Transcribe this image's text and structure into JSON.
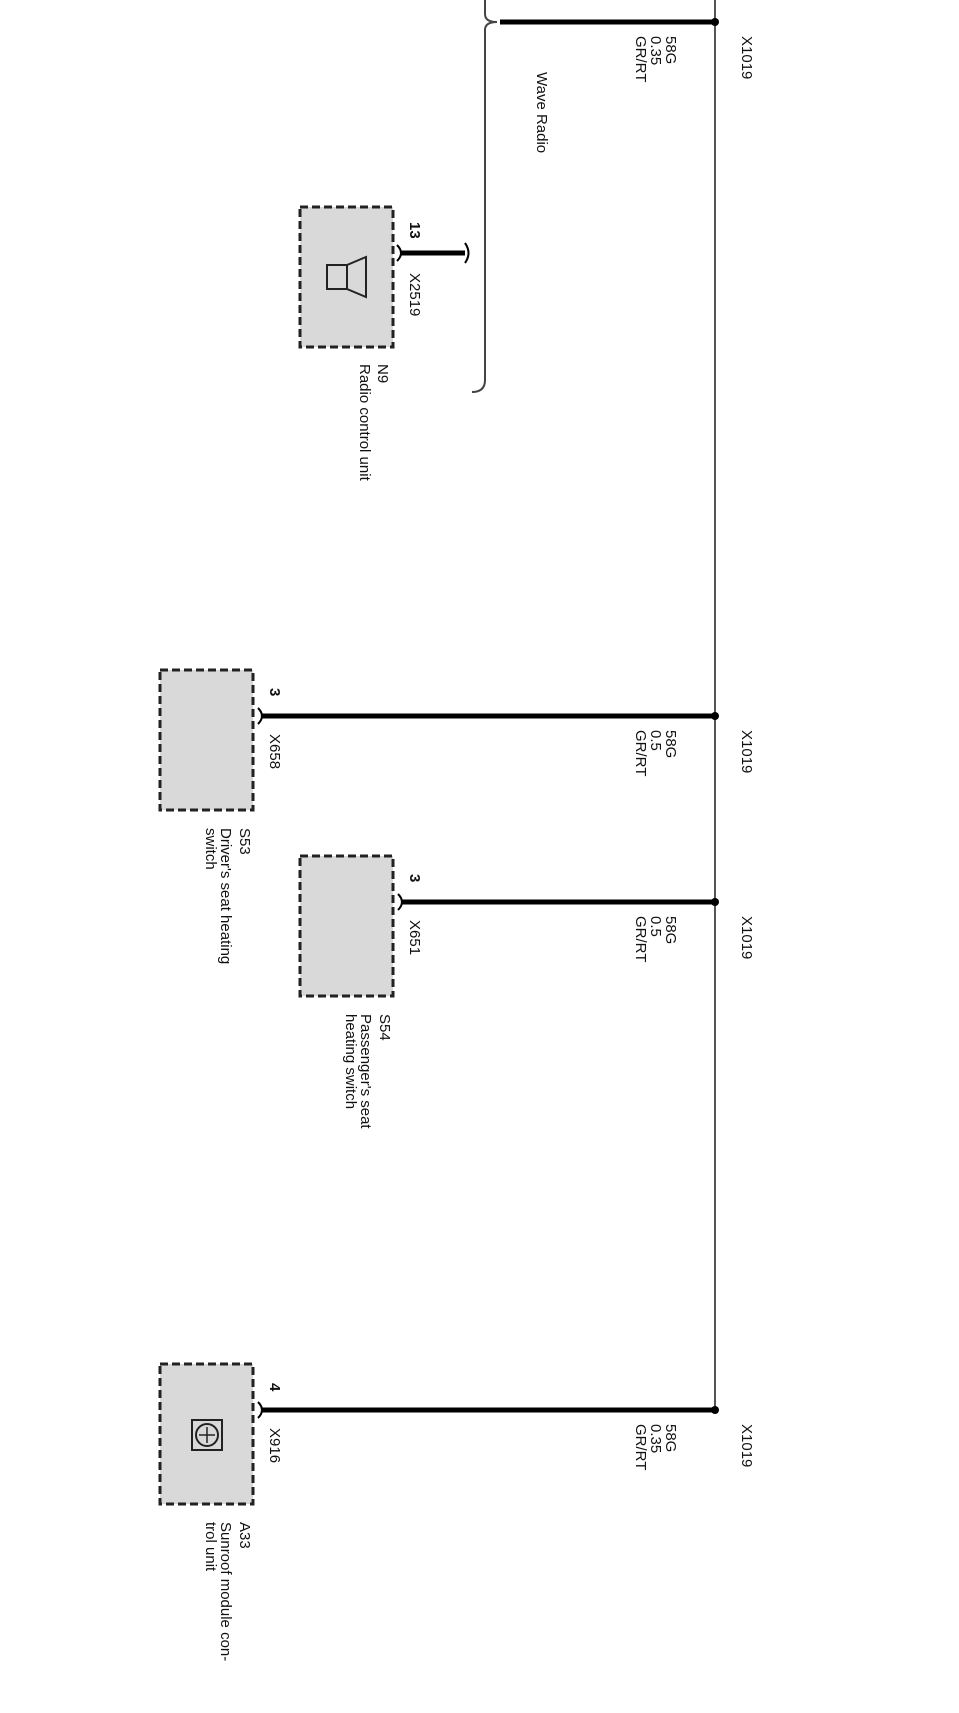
{
  "colors": {
    "wire": "#000000",
    "box_fill": "#d9d9d9",
    "box_border": "#222222",
    "bus": "#555555"
  },
  "bus_label": "Wave Radio",
  "wires": [
    {
      "id": "top",
      "connector": "X1019",
      "signal": "58G",
      "gauge": "0.35",
      "color_code": "GR/RT"
    },
    {
      "id": "s53",
      "connector": "X1019",
      "signal": "58G",
      "gauge": "0.5",
      "color_code": "GR/RT"
    },
    {
      "id": "s54",
      "connector": "X1019",
      "signal": "58G",
      "gauge": "0.5",
      "color_code": "GR/RT"
    },
    {
      "id": "a33",
      "connector": "X1019",
      "signal": "58G",
      "gauge": "0.35",
      "color_code": "GR/RT"
    }
  ],
  "components": [
    {
      "id": "n9",
      "code": "N9",
      "name": "Radio control unit",
      "pin": "13",
      "connector": "X2519",
      "icon": "speaker-icon"
    },
    {
      "id": "s53",
      "code": "S53",
      "name": "Driver's seat heating\nswitch",
      "pin": "3",
      "connector": "X658",
      "icon": ""
    },
    {
      "id": "s54",
      "code": "S54",
      "name": "Passenger's seat\nheating switch",
      "pin": "3",
      "connector": "X651",
      "icon": ""
    },
    {
      "id": "a33",
      "code": "A33",
      "name": "Sunroof module con-\ntrol unit",
      "pin": "4",
      "connector": "X916",
      "icon": "motor-icon"
    }
  ]
}
